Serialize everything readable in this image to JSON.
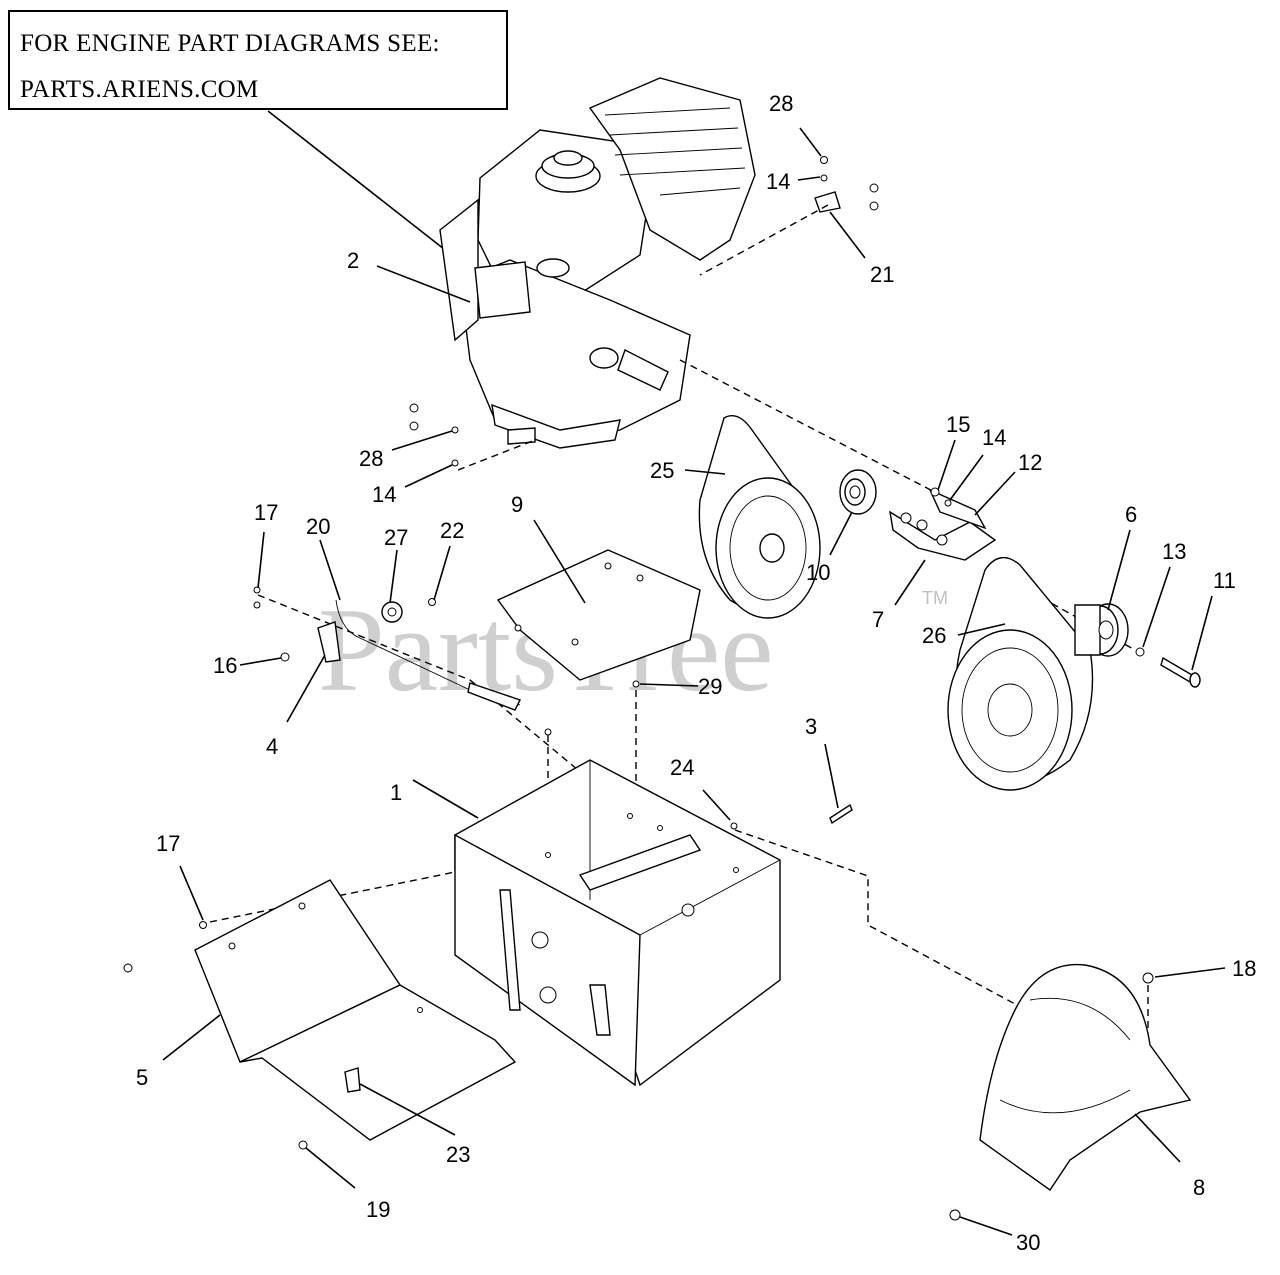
{
  "note": {
    "line1": "FOR ENGINE PART DIAGRAMS SEE:",
    "line2": "PARTS.ARIENS.COM"
  },
  "watermark": {
    "text": "PartsTree",
    "tm": "TM"
  },
  "callouts": [
    "1",
    "2",
    "3",
    "4",
    "5",
    "6",
    "7",
    "8",
    "9",
    "10",
    "11",
    "12",
    "13",
    "14",
    "14",
    "14",
    "15",
    "16",
    "17",
    "17",
    "18",
    "19",
    "20",
    "21",
    "22",
    "23",
    "24",
    "25",
    "26",
    "27",
    "28",
    "28",
    "29",
    "30"
  ]
}
